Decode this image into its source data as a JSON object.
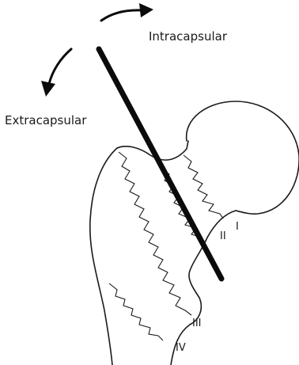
{
  "labels": {
    "intracapsular": "Intracapsular",
    "extracapsular": "Extracapsular",
    "zone_1": "I",
    "zone_2": "II",
    "zone_3": "III",
    "zone_4": "IV"
  }
}
